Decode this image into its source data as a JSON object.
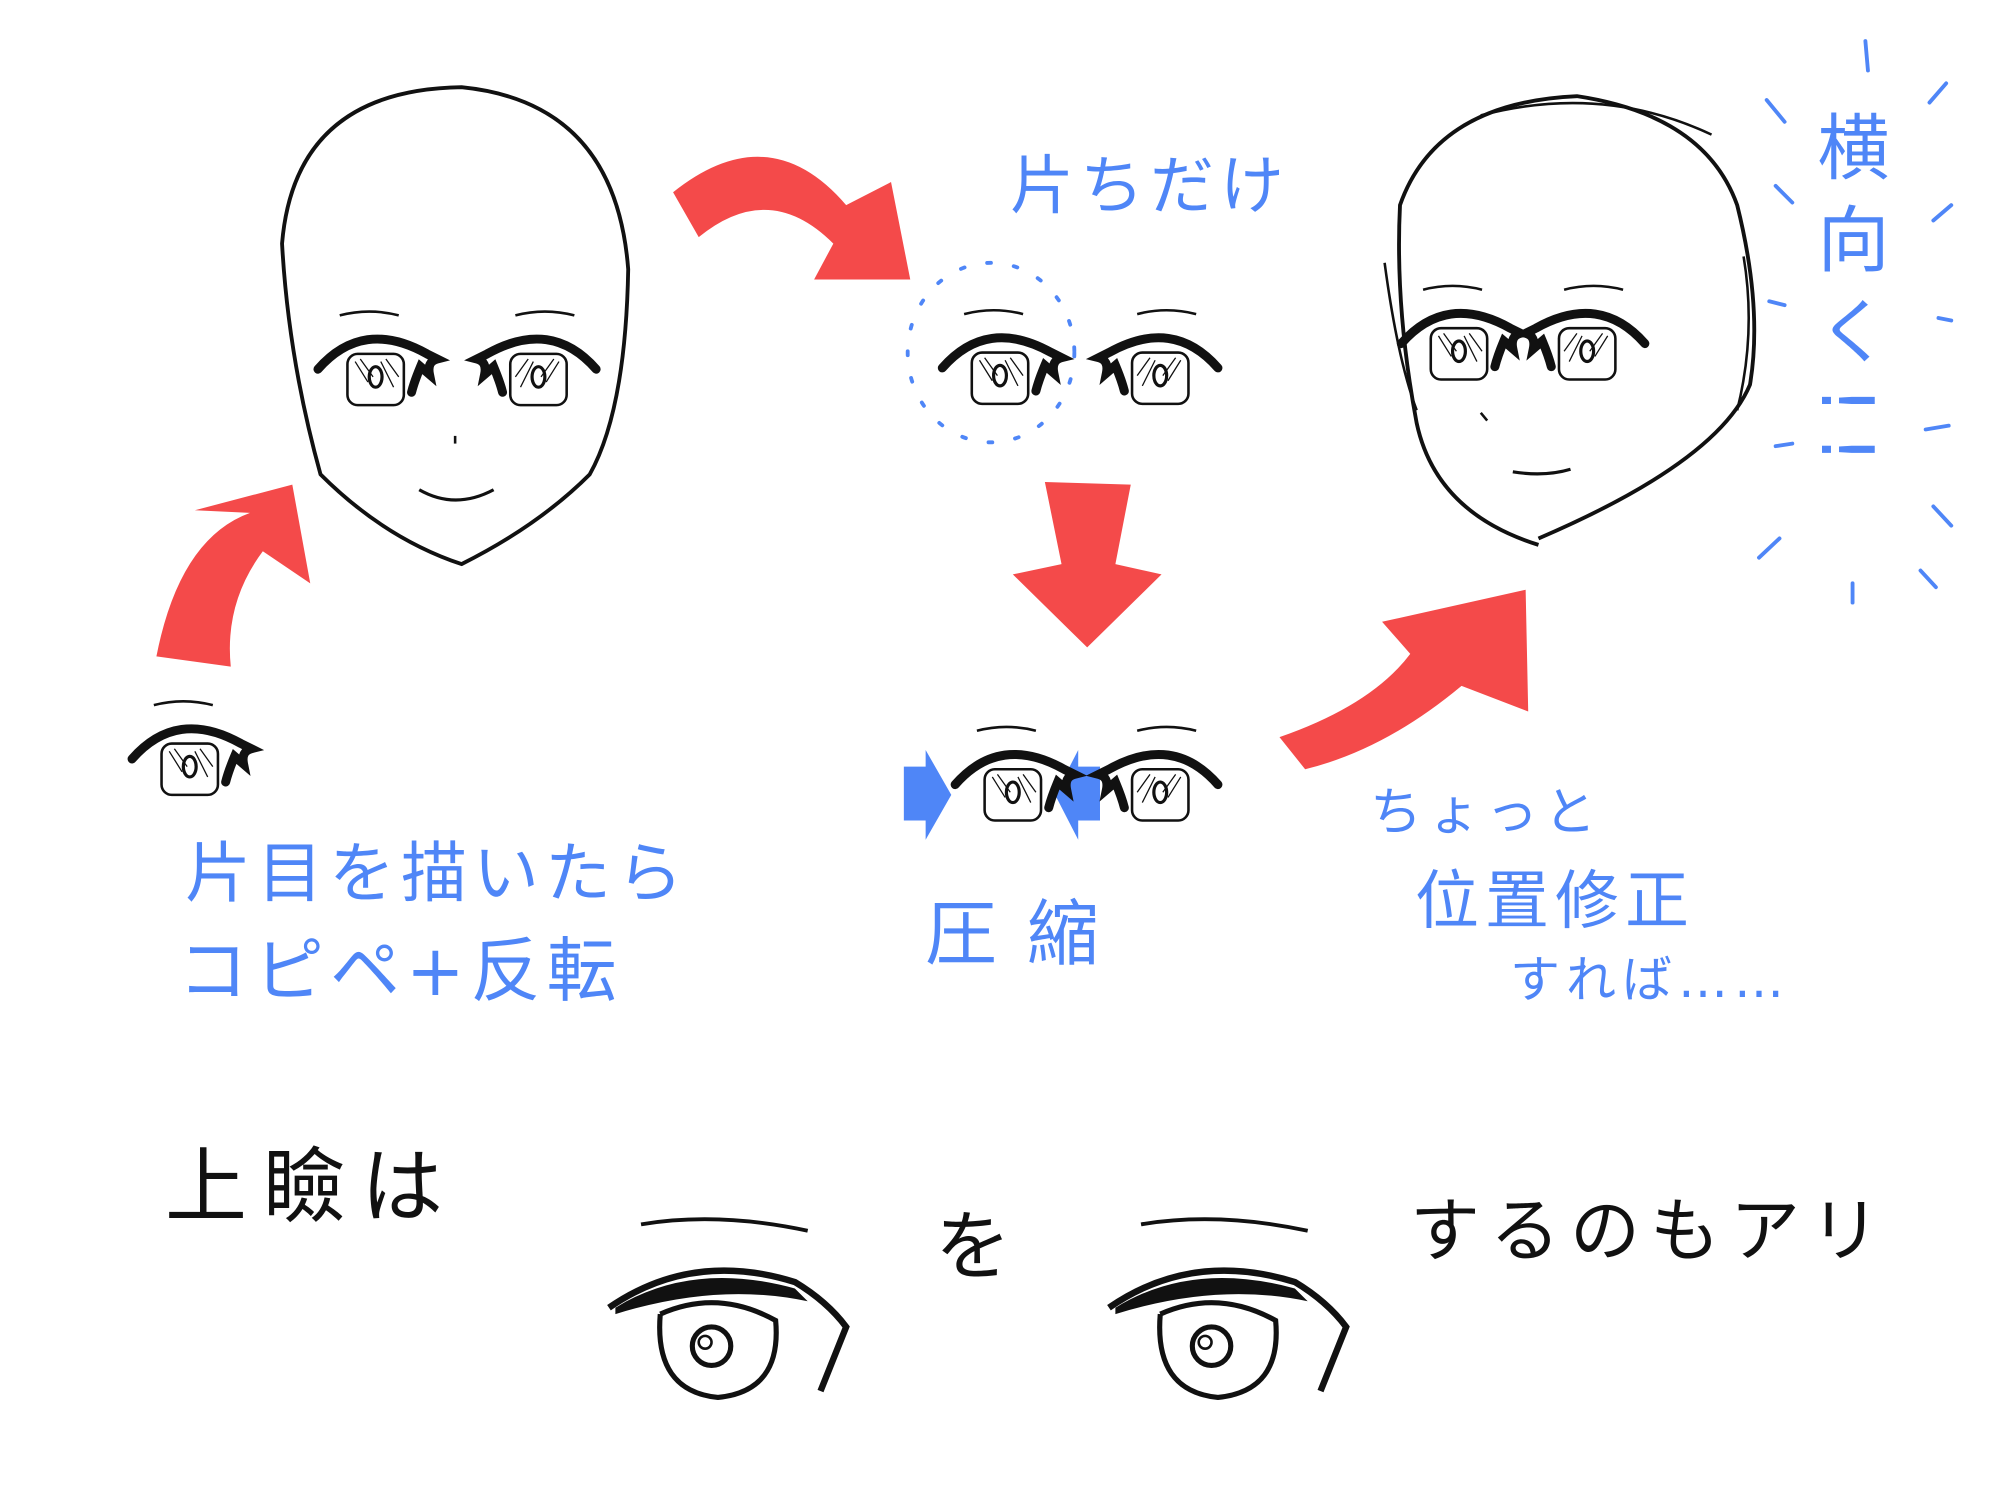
{
  "colors": {
    "arrow_red": "#f44a4a",
    "text_blue": "#4f86f7",
    "ink": "#111111"
  },
  "steps": {
    "step1": {
      "line1": "片目を描いたら",
      "line2": "コピペ+反転"
    },
    "step2": {
      "label": "片ちだけ"
    },
    "step3": {
      "label": "圧縮"
    },
    "step4": {
      "line1": "ちょっと",
      "line2": "位置修正",
      "line3": "すれば……"
    },
    "result": {
      "label": "横向く!!"
    }
  },
  "tip": {
    "part1": "上瞼は",
    "part2": "を",
    "part3": "するのもアリ"
  }
}
